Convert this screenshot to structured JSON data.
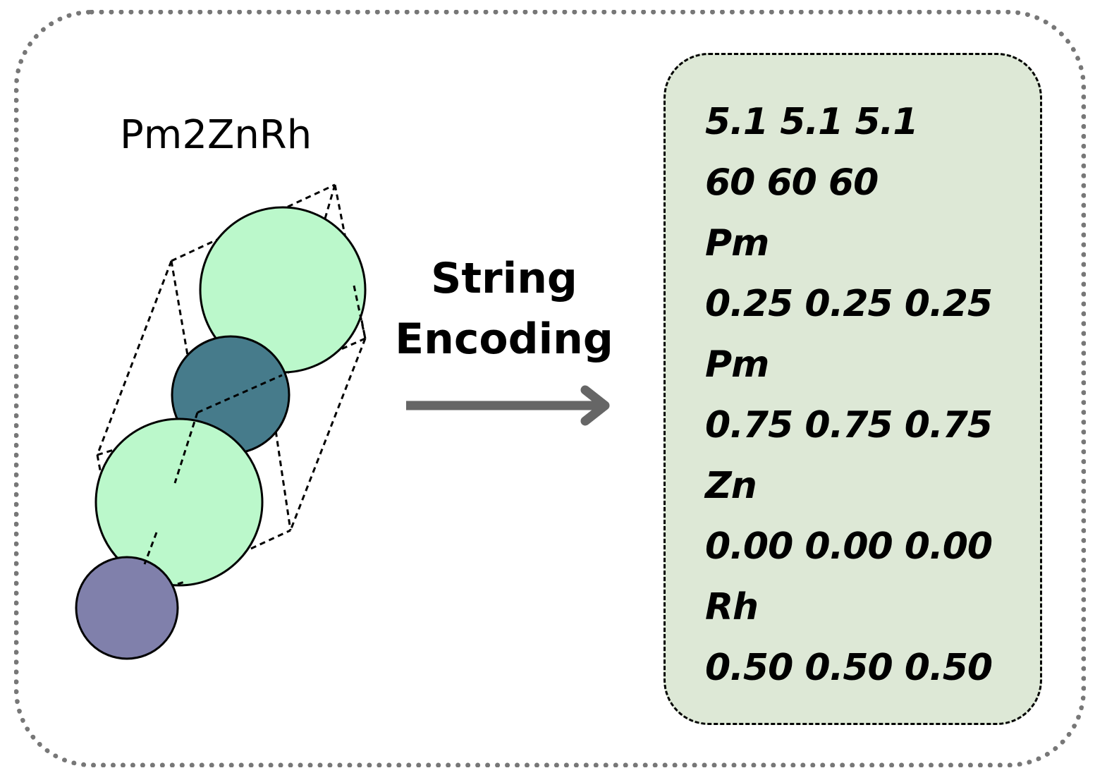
{
  "formula": "Pm2ZnRh",
  "transform_label": {
    "line1": "String",
    "line2": "Encoding"
  },
  "encoding_lines": [
    "5.1 5.1 5.1",
    "60 60 60",
    "Pm",
    "0.25 0.25 0.25",
    "Pm",
    "0.75 0.75 0.75",
    "Zn",
    "0.00 0.00 0.00",
    "Rh",
    "0.50 0.50 0.50"
  ],
  "colors": {
    "pm_atom": "#bbf8cb",
    "zn_atom": "#467b8b",
    "rh_atom": "#8080ab",
    "arrow": "#666666",
    "encoding_box": "#dde8d6",
    "frame": "#777777"
  }
}
